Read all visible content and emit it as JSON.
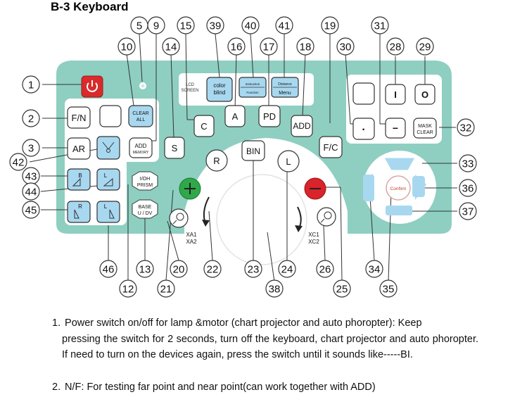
{
  "title": "B-3 Keyboard",
  "callouts": {
    "n1": "1",
    "n2": "2",
    "n3": "3",
    "n5": "5",
    "n9": "9",
    "n10": "10",
    "n12": "12",
    "n13": "13",
    "n14": "14",
    "n15": "15",
    "n16": "16",
    "n17": "17",
    "n18": "18",
    "n19": "19",
    "n20": "20",
    "n21": "21",
    "n22": "22",
    "n23": "23",
    "n24": "24",
    "n25": "25",
    "n26": "26",
    "n28": "28",
    "n29": "29",
    "n30": "30",
    "n31": "31",
    "n32": "32",
    "n33": "33",
    "n34": "34",
    "n35": "35",
    "n36": "36",
    "n37": "37",
    "n38": "38",
    "n39": "39",
    "n40": "40",
    "n41": "41",
    "n42": "42",
    "n43": "43",
    "n44": "44",
    "n45": "45",
    "n46": "46"
  },
  "keys": {
    "fn": "F/N",
    "ar": "AR",
    "clear_all_1": "CLEAR",
    "clear_all_2": "ALL",
    "add_memory_1": "ADD",
    "add_memory_2": "MEMORY",
    "s": "S",
    "c": "C",
    "a": "A",
    "pd": "PD",
    "add": "ADD",
    "fc": "F/C",
    "bin": "BIN",
    "r": "R",
    "l": "L",
    "lcd_1": "LCD",
    "lcd_2": "SCREEN",
    "color_blind_1": "color",
    "color_blind_2": "blind",
    "k40_top": "Instruction",
    "k40_bottom": "Function",
    "distance": "Distance",
    "menu": "Menu",
    "dot": "·",
    "minus": "−",
    "mask_1": "MASK",
    "mask_2": "CLEAR",
    "confirm": "Confirm",
    "prism_1": "I/OH",
    "prism_2": "PRISM",
    "base_1": "BASE",
    "base_2": "U / DV",
    "xa_1": "XA1",
    "xa_2": "XA2",
    "xc_1": "XC1",
    "xc_2": "XC2",
    "prism_b": "B",
    "prism_l": "L",
    "prism_r": "R",
    "prism_l2": "L",
    "bar": "I",
    "circle": "O"
  },
  "descriptions": {
    "d1_num": "1.",
    "d1_line1": "Power switch on/off for lamp &motor (chart projector and auto phoropter): Keep",
    "d1_rest": "pressing the switch for 2 seconds, turn off the keyboard, chart projector and auto phoropter. If need to turn on the devices again, press the switch until it sounds like-----BI.",
    "d2_num": "2.",
    "d2_text": "N/F: For testing far point and near point(can work together with ADD)"
  },
  "colors": {
    "panel": "#8ecfc1",
    "key_blue": "#a8d8f0",
    "power_red": "#d92b2b",
    "plus_green": "#2fa84a",
    "minus_red": "#d8242a"
  }
}
